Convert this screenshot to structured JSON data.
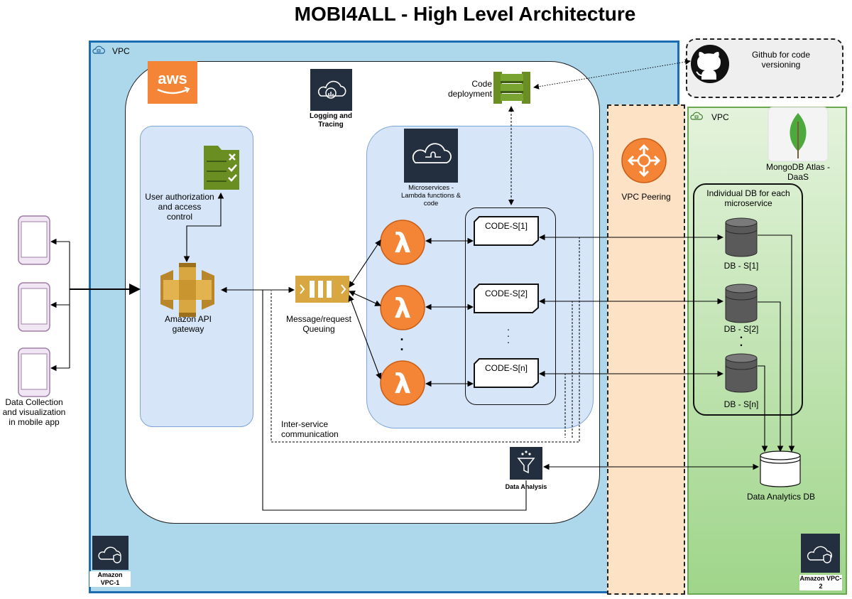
{
  "title": "MOBI4ALL - High Level Architecture",
  "vpc1": {
    "label": "VPC",
    "badge": "Amazon VPC-1"
  },
  "vpc2": {
    "label": "VPC",
    "badge": "Amazon VPC-2"
  },
  "peering": {
    "label": "VPC Peering"
  },
  "github": {
    "label": "Github for code versioning"
  },
  "code_deploy": {
    "label": "Code deployment"
  },
  "logging": {
    "label": "Logging and Tracing"
  },
  "auth": {
    "label": "User authorization and access control"
  },
  "api_gateway": {
    "label": "Amazon API gateway"
  },
  "queue": {
    "label": "Message/request Queuing"
  },
  "microservices": {
    "label": "Microservices - Lambda functions & code"
  },
  "code_boxes": [
    "CODE-S[1]",
    "CODE-S[2]",
    "CODE-S[n]"
  ],
  "code_dots": ".\n.\n.",
  "lambda_dots": ".\n.",
  "inter_service": {
    "label": "Inter-service communication"
  },
  "data_analysis": {
    "label": "Data Analysis"
  },
  "mongodb": {
    "label": "MongoDB Atlas - DaaS"
  },
  "db_group": {
    "label": "Individual DB for each microservice"
  },
  "dbs": [
    "DB - S[1]",
    "DB - S[2]",
    "DB - S[n]"
  ],
  "db_dots": ".\n.",
  "analytics_db": {
    "label": "Data Analytics DB"
  },
  "mobile": {
    "label": "Data Collection and visualization in mobile app"
  },
  "colors": {
    "vpc1": "#add8ec",
    "vpc2": "#9fd58a",
    "peering": "#fde2c6",
    "lambda": "#f58536",
    "gateway": "#d9a741",
    "auth": "#6b8e23",
    "dark_tile": "#232f3e"
  }
}
